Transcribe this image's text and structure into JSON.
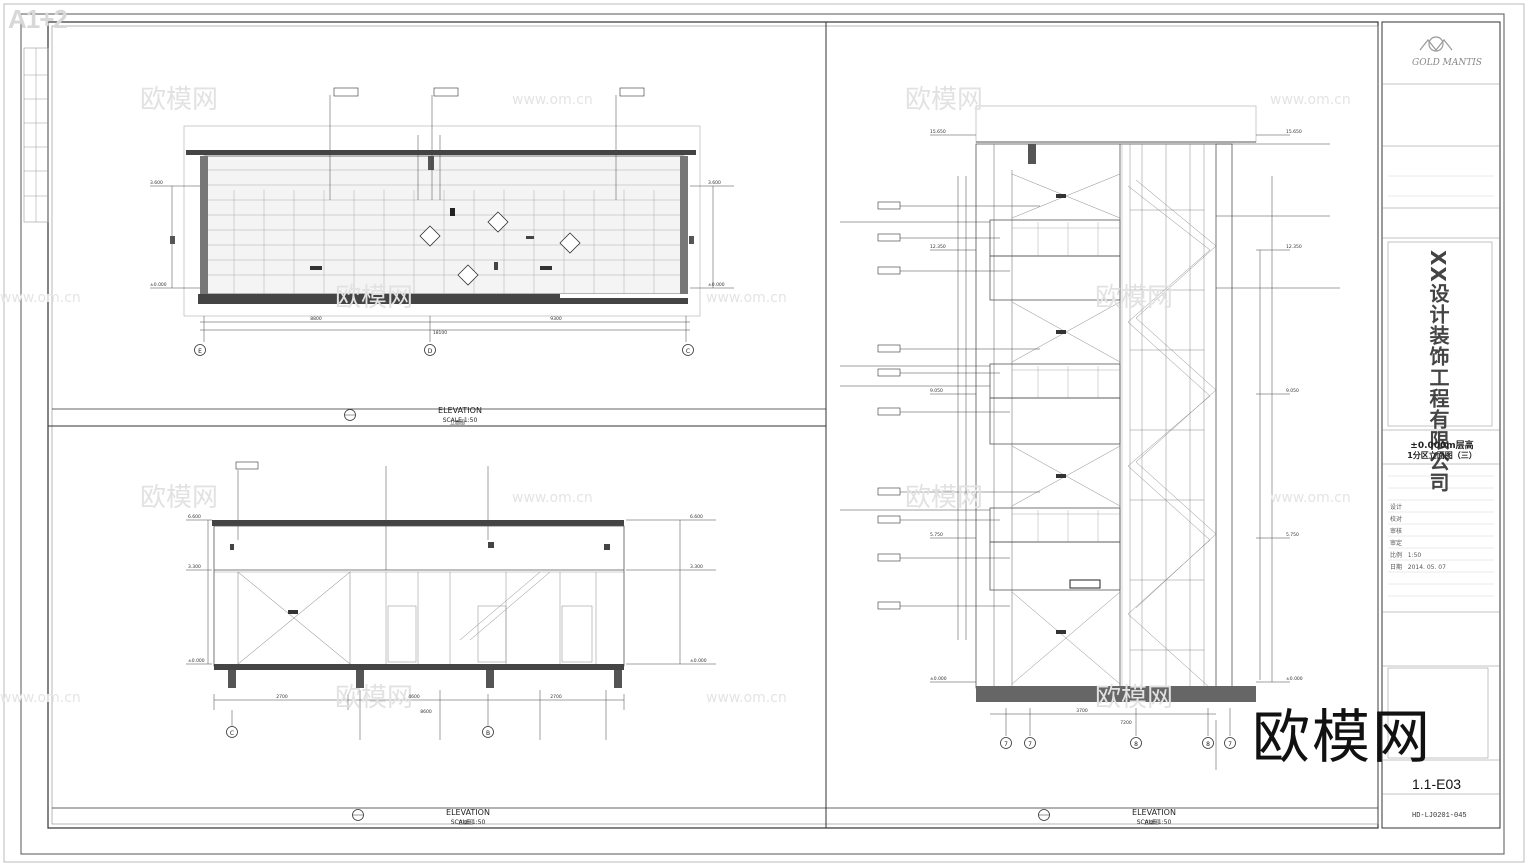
{
  "sheet": {
    "corner_label": "A1+2",
    "logo_text": "GOLD MANTIS",
    "sheet_number": "1.1-E03",
    "drawing_number": "HD-LJ0201-045",
    "date": "2014. 05. 07",
    "scale": "1:50",
    "drawing_title_line1": "±0.000m层高",
    "drawing_title_line2": "1分区立面图（三）",
    "project_title_vertical": "XX设计装饰工程有限公司",
    "stamp_text": "欧模网"
  },
  "watermarks": {
    "text": "欧模网",
    "url": "www.om.cn"
  },
  "views": [
    {
      "id": "view-1",
      "title_en": "ELEVATION",
      "title_cn": "立面图",
      "scale": "SCALE 1:50"
    },
    {
      "id": "view-2",
      "title_en": "ELEVATION",
      "title_cn": "立面图",
      "scale": "SCALE 1:50"
    },
    {
      "id": "view-3",
      "title_en": "ELEVATION",
      "title_cn": "立面图",
      "scale": "SCALE 1:50"
    }
  ],
  "grid_axes": {
    "view1": [
      "E",
      "D",
      "C"
    ],
    "view2": [
      "C",
      "B"
    ],
    "view3": [
      "7",
      "7",
      "8",
      "8",
      "7"
    ]
  },
  "levels": {
    "view1_left": [
      "3.600",
      "±0.000"
    ],
    "view1_right": [
      "3.600",
      "±0.000"
    ],
    "view2_left": [
      "6.600",
      "3.300",
      "±0.000"
    ],
    "view2_right": [
      "6.600",
      "3.300",
      "±0.000"
    ],
    "view3_left": [
      "15.650",
      "12.350",
      "9.050",
      "5.750",
      "±0.000"
    ],
    "view3_right": [
      "15.650",
      "12.350",
      "9.050",
      "5.750",
      "±0.000"
    ]
  },
  "dimensions": {
    "view1": [
      "8800",
      "9300",
      "18100"
    ],
    "view2": [
      "2700",
      "4600",
      "8600",
      "2700"
    ],
    "view3": [
      "3700",
      "7200"
    ]
  },
  "title_block_rows": [
    {
      "label": "设计",
      "value": ""
    },
    {
      "label": "校对",
      "value": ""
    },
    {
      "label": "审核",
      "value": ""
    },
    {
      "label": "审定",
      "value": ""
    },
    {
      "label": "比例",
      "value": "1:50"
    },
    {
      "label": "日期",
      "value": "2014. 05. 07"
    }
  ]
}
